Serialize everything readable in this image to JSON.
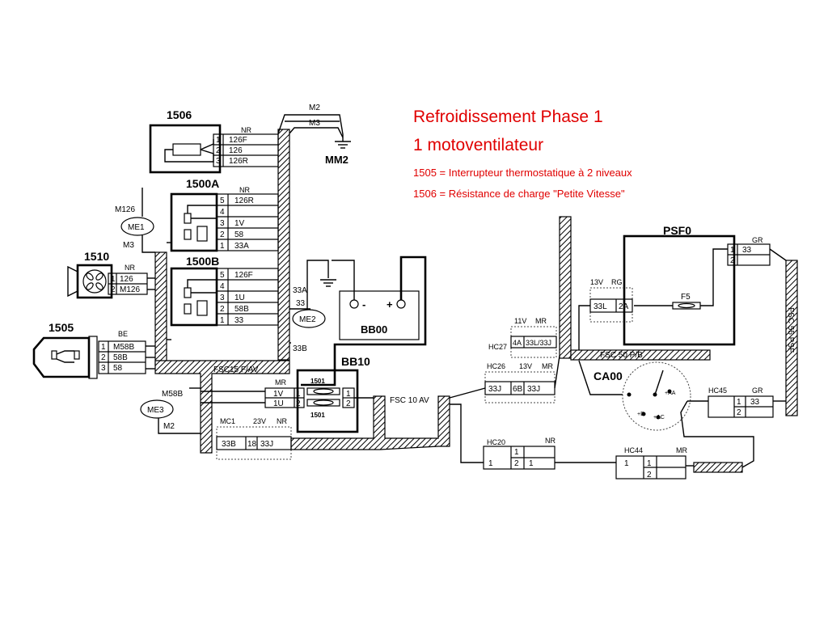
{
  "title": {
    "line1": "Refroidissement Phase 1",
    "line2": "1 motoventilateur",
    "note1": "1505 = Interrupteur thermostatique à 2 niveaux",
    "note2": "1506 = Résistance de charge \"Petite Vitesse\""
  },
  "colors": {
    "title": "#e00000",
    "ink": "#000000"
  },
  "c1506": {
    "id": "1506",
    "color": "NR",
    "pins": [
      "1",
      "2",
      "3"
    ],
    "wires": [
      "126F",
      "126",
      "126R"
    ]
  },
  "c1500a": {
    "id": "1500A",
    "color": "NR",
    "pins": [
      "5",
      "4",
      "3",
      "2",
      "1"
    ],
    "wires": [
      "126R",
      "",
      "1V",
      "58",
      "33A"
    ]
  },
  "c1500b": {
    "id": "1500B",
    "color": "NR",
    "pins": [
      "5",
      "4",
      "3",
      "2",
      "1"
    ],
    "wires": [
      "126F",
      "",
      "1U",
      "58B",
      "33"
    ]
  },
  "c1510": {
    "id": "1510",
    "color": "NR",
    "pins": [
      "1",
      "2"
    ],
    "wires": [
      "126",
      "M126"
    ]
  },
  "c1505": {
    "id": "1505",
    "color": "BE",
    "pins": [
      "1",
      "2",
      "3"
    ],
    "wires": [
      "M58B",
      "58B",
      "58"
    ]
  },
  "grounds": {
    "me1": "ME1",
    "me2": "ME2",
    "me3": "ME3",
    "mm2": "MM2",
    "m126": "M126",
    "m3a": "M3",
    "m2": "M2",
    "m3b": "M3",
    "m58b": "M58B",
    "m2b": "M2",
    "w33a": "33A",
    "w33": "33",
    "w33b": "33B"
  },
  "battery": {
    "id": "BB00",
    "minus": "-",
    "plus": "+"
  },
  "bb10": {
    "id": "BB10",
    "mr": "MR",
    "wire1": "1V",
    "wire2": "1U",
    "pin1": "1",
    "pin2": "2",
    "fuse_top": "1501",
    "fuse_bot": "1501",
    "out1": "1",
    "out2": "2"
  },
  "harness": {
    "fsc15": "FSC15 F/AV",
    "fsc10": "FSC 10 AV",
    "fsc50": "FSC 50 P/B",
    "fsc55": "FSC 55 PSF"
  },
  "mc1": {
    "id": "MC1",
    "sub": "23V",
    "color": "NR",
    "left": "33B",
    "mid": "18",
    "right": "33J"
  },
  "hc27": {
    "id": "HC27",
    "sub": "11V",
    "color": "MR",
    "pin": "4A",
    "wire": "33L/33J"
  },
  "hc26": {
    "id": "HC26",
    "sub": "13V",
    "color": "MR",
    "left": "33J",
    "pin": "6B",
    "right": "33J"
  },
  "psf0": {
    "id": "PSF0",
    "color": "GR",
    "pin1": "1",
    "pin2": "2",
    "wire": "33",
    "fuse": "F5"
  },
  "rg13v": {
    "sub": "13V",
    "color": "RG",
    "wire": "33L",
    "pin": "2A"
  },
  "ca00": {
    "id": "CA00",
    "t1": "+AA",
    "t2": "+D",
    "t3": "+AC"
  },
  "hc45": {
    "id": "HC45",
    "color": "GR",
    "pin1": "1",
    "pin2": "2",
    "wire": "33"
  },
  "hc20": {
    "id": "HC20",
    "color": "NR",
    "r1": "1",
    "r2": "2",
    "left": "1",
    "right": "1"
  },
  "hc44": {
    "id": "HC44",
    "color": "MR",
    "left": "1",
    "r1": "1",
    "r2": "2"
  }
}
